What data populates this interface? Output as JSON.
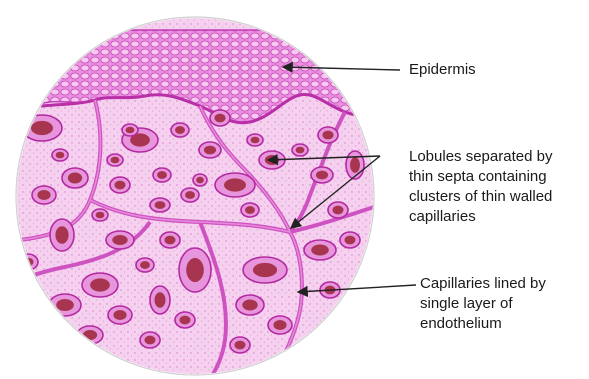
{
  "labels": {
    "epidermis": "Epidermis",
    "lobules": [
      "Lobules separated by",
      "thin septa containing",
      "clusters of thin walled",
      "capillaries"
    ],
    "capillaries": [
      "Capillaries lined by",
      "single layer of",
      "endothelium"
    ]
  },
  "colors": {
    "tissue_base": "#f3c6ec",
    "stroma": "#e89ae0",
    "septa": "#d24fc4",
    "epidermis": "#e472d6",
    "lumen_blood": "#9b2436",
    "arrow": "#222222"
  }
}
